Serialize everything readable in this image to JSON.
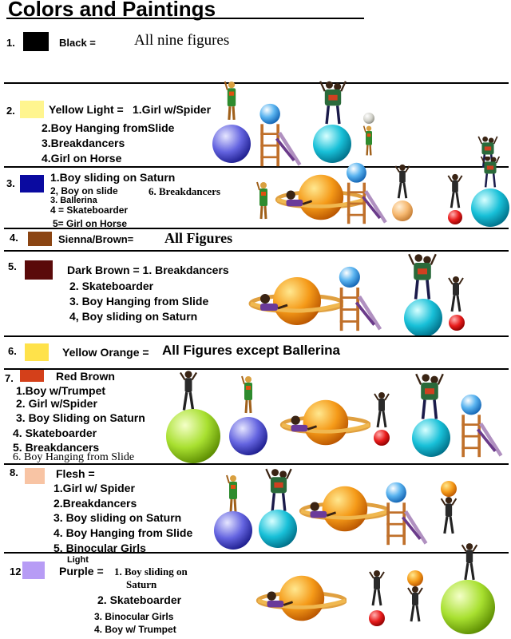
{
  "title": "Colors and Paintings",
  "sections": [
    {
      "number": "1.",
      "swatch": "#000000",
      "label": "Black =",
      "answer": "All nine figures"
    },
    {
      "number": "2.",
      "swatch": "#fff58f",
      "label": "Yellow Light =",
      "items": [
        "1.Girl w/Spider",
        "2.Boy Hanging fromSlide",
        "3.Breakdancers",
        "4.Girl on Horse"
      ]
    },
    {
      "number": "3.",
      "swatch": "#0a0aa0",
      "items": [
        "1.Boy sliding on Saturn",
        "2, Boy on slide",
        "3. Ballerina",
        "4 = Skateboarder",
        "5= Girl on Horse"
      ],
      "side_note": "6. Breakdancers"
    },
    {
      "number": "4.",
      "swatch": "#8b4513",
      "label": "Sienna/Brown=",
      "answer": "All Figures"
    },
    {
      "number": "5.",
      "swatch": "#5a0a0a",
      "label": "Dark Brown = 1. Breakdancers",
      "items": [
        "2. Skateboarder",
        "3. Boy Hanging from Slide",
        "4, Boy sliding on Saturn"
      ]
    },
    {
      "number": "6.",
      "swatch": "#ffe24a",
      "label": "Yellow Orange =",
      "answer": "All Figures except Ballerina"
    },
    {
      "number": "7.",
      "swatch": "#d4401a",
      "label": "Red Brown",
      "items": [
        "1.Boy w/Trumpet",
        "2. Girl w/Spider",
        "3. Boy Sliding on Saturn",
        "4. Skateboarder",
        "5. Breakdancers"
      ],
      "extra_item": "6. Boy Hanging from Slide"
    },
    {
      "number": "8.",
      "swatch": "#f8c4a4",
      "label": "Flesh =",
      "items": [
        "1.Girl w/ Spider",
        "2.Breakdancers",
        "3. Boy sliding on Saturn",
        "4. Boy Hanging from Slide",
        "5. Binocular Girls"
      ]
    },
    {
      "number": "12",
      "swatch": "#b79cf5",
      "label_top": "Light",
      "label": "Purple =",
      "items": [
        "1. Boy sliding on",
        "Saturn",
        "2. Skateboarder",
        "3. Binocular Girls",
        "4. Boy w/ Trumpet"
      ]
    }
  ]
}
